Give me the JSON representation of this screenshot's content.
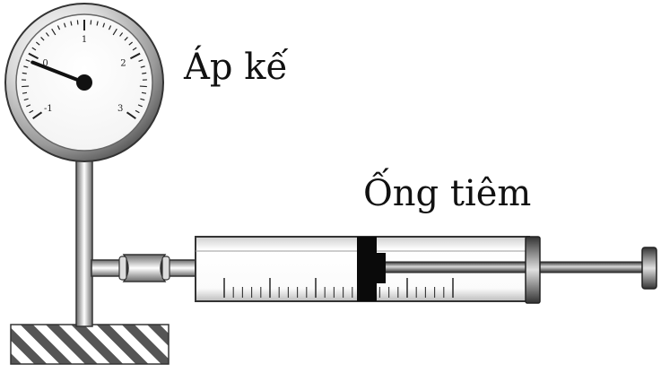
{
  "gauge": {
    "label": "Áp kế",
    "scale_numbers": [
      "-1",
      "0",
      "1",
      "2",
      "3"
    ],
    "needle_reading": -0.1
  },
  "syringe": {
    "label": "Ống tiêm"
  },
  "colors": {
    "ink": "#111111",
    "metal_light": "#f2f2f2",
    "metal_dark": "#4a4a4a",
    "plunger": "#0a0a0a"
  }
}
